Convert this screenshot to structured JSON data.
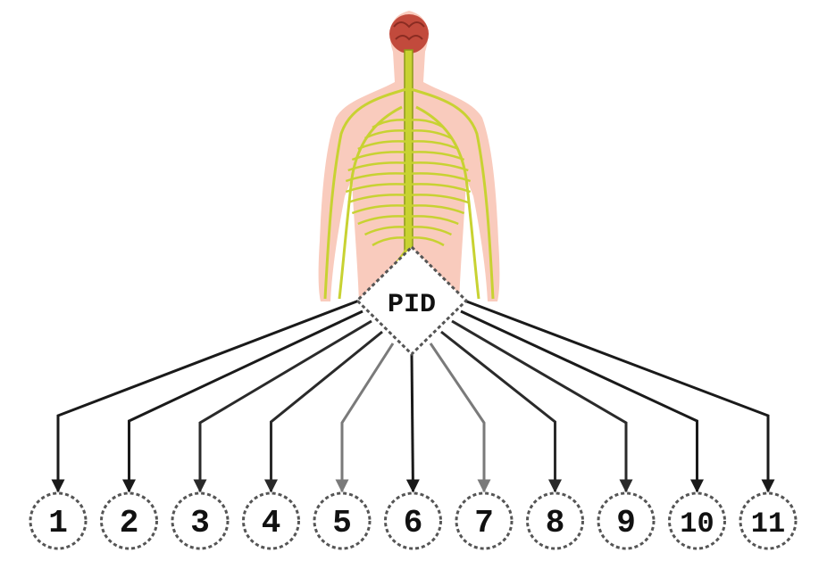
{
  "controller": {
    "label": "PID"
  },
  "nodes": [
    {
      "label": "1",
      "shade": "#1a1a1a"
    },
    {
      "label": "2",
      "shade": "#1a1a1a"
    },
    {
      "label": "3",
      "shade": "#2a2a2a"
    },
    {
      "label": "4",
      "shade": "#2a2a2a"
    },
    {
      "label": "5",
      "shade": "#7a7a7a"
    },
    {
      "label": "6",
      "shade": "#1a1a1a"
    },
    {
      "label": "7",
      "shade": "#7a7a7a"
    },
    {
      "label": "8",
      "shade": "#2a2a2a"
    },
    {
      "label": "9",
      "shade": "#2a2a2a"
    },
    {
      "label": "10",
      "shade": "#1a1a1a"
    },
    {
      "label": "11",
      "shade": "#1a1a1a"
    }
  ],
  "colors": {
    "skin": "#f9cbbd",
    "nerve": "#c8d232",
    "nerve_dark": "#8e9a1a",
    "brain": "#c24a3c",
    "node_border": "#555555"
  },
  "icons": {
    "figure": "human-nervous-system-icon"
  }
}
